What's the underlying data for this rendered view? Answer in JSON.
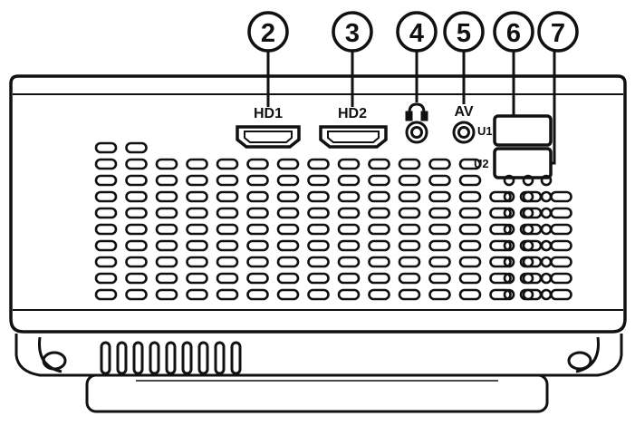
{
  "ports": [
    {
      "number": "2",
      "label": "HD1",
      "type": "hdmi"
    },
    {
      "number": "3",
      "label": "HD2",
      "type": "hdmi"
    },
    {
      "number": "4",
      "label": "",
      "type": "headphone",
      "icon": "headphone-icon"
    },
    {
      "number": "5",
      "label": "AV",
      "type": "av"
    },
    {
      "number": "6",
      "label": "U1",
      "type": "usb"
    },
    {
      "number": "7",
      "label": "U2",
      "type": "usb"
    }
  ],
  "colors": {
    "line": "#111111",
    "background": "#ffffff"
  }
}
